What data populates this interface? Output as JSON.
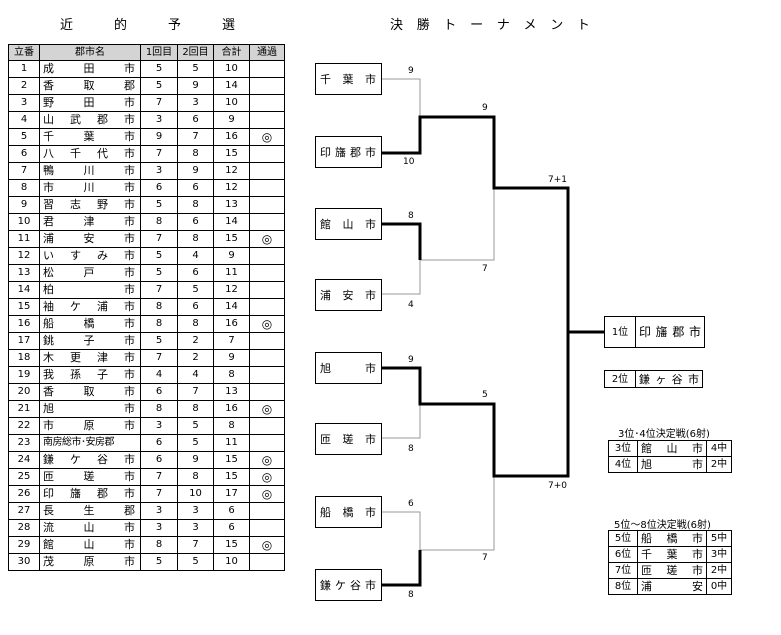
{
  "titles": {
    "prelim": [
      "近",
      "的",
      "予",
      "選"
    ],
    "final": [
      "決",
      "勝",
      "ト",
      "ー",
      "ナ",
      "メ",
      "ン",
      "ト"
    ]
  },
  "prelim": {
    "headers": [
      "立番",
      "郡市名",
      "1回目",
      "2回目",
      "合計",
      "通過"
    ],
    "rows": [
      {
        "no": "1",
        "name": "成田市",
        "r1": "5",
        "r2": "5",
        "total": "10",
        "pass": ""
      },
      {
        "no": "2",
        "name": "香取郡",
        "r1": "5",
        "r2": "9",
        "total": "14",
        "pass": ""
      },
      {
        "no": "3",
        "name": "野田市",
        "r1": "7",
        "r2": "3",
        "total": "10",
        "pass": ""
      },
      {
        "no": "4",
        "name": "山武郡市",
        "r1": "3",
        "r2": "6",
        "total": "9",
        "pass": ""
      },
      {
        "no": "5",
        "name": "千葉市",
        "r1": "9",
        "r2": "7",
        "total": "16",
        "pass": "◎"
      },
      {
        "no": "6",
        "name": "八千代市",
        "r1": "7",
        "r2": "8",
        "total": "15",
        "pass": ""
      },
      {
        "no": "7",
        "name": "鴨川市",
        "r1": "3",
        "r2": "9",
        "total": "12",
        "pass": ""
      },
      {
        "no": "8",
        "name": "市川市",
        "r1": "6",
        "r2": "6",
        "total": "12",
        "pass": ""
      },
      {
        "no": "9",
        "name": "習志野市",
        "r1": "5",
        "r2": "8",
        "total": "13",
        "pass": ""
      },
      {
        "no": "10",
        "name": "君津市",
        "r1": "8",
        "r2": "6",
        "total": "14",
        "pass": ""
      },
      {
        "no": "11",
        "name": "浦安市",
        "r1": "7",
        "r2": "8",
        "total": "15",
        "pass": "◎"
      },
      {
        "no": "12",
        "name": "いすみ市",
        "r1": "5",
        "r2": "4",
        "total": "9",
        "pass": ""
      },
      {
        "no": "13",
        "name": "松戸市",
        "r1": "5",
        "r2": "6",
        "total": "11",
        "pass": ""
      },
      {
        "no": "14",
        "name": "柏市",
        "r1": "7",
        "r2": "5",
        "total": "12",
        "pass": ""
      },
      {
        "no": "15",
        "name": "袖ケ浦市",
        "r1": "8",
        "r2": "6",
        "total": "14",
        "pass": ""
      },
      {
        "no": "16",
        "name": "船橋市",
        "r1": "8",
        "r2": "8",
        "total": "16",
        "pass": "◎"
      },
      {
        "no": "17",
        "name": "銚子市",
        "r1": "5",
        "r2": "2",
        "total": "7",
        "pass": ""
      },
      {
        "no": "18",
        "name": "木更津市",
        "r1": "7",
        "r2": "2",
        "total": "9",
        "pass": ""
      },
      {
        "no": "19",
        "name": "我孫子市",
        "r1": "4",
        "r2": "4",
        "total": "8",
        "pass": ""
      },
      {
        "no": "20",
        "name": "香取市",
        "r1": "6",
        "r2": "7",
        "total": "13",
        "pass": ""
      },
      {
        "no": "21",
        "name": "旭市",
        "r1": "8",
        "r2": "8",
        "total": "16",
        "pass": "◎"
      },
      {
        "no": "22",
        "name": "市原市",
        "r1": "3",
        "r2": "5",
        "total": "8",
        "pass": ""
      },
      {
        "no": "23",
        "name": "南房総市･安房郡",
        "r1": "6",
        "r2": "5",
        "total": "11",
        "pass": ""
      },
      {
        "no": "24",
        "name": "鎌ケ谷市",
        "r1": "6",
        "r2": "9",
        "total": "15",
        "pass": "◎"
      },
      {
        "no": "25",
        "name": "匝瑳市",
        "r1": "7",
        "r2": "8",
        "total": "15",
        "pass": "◎"
      },
      {
        "no": "26",
        "name": "印旛郡市",
        "r1": "7",
        "r2": "10",
        "total": "17",
        "pass": "◎"
      },
      {
        "no": "27",
        "name": "長生郡",
        "r1": "3",
        "r2": "3",
        "total": "6",
        "pass": ""
      },
      {
        "no": "28",
        "name": "流山市",
        "r1": "3",
        "r2": "3",
        "total": "6",
        "pass": ""
      },
      {
        "no": "29",
        "name": "館山市",
        "r1": "8",
        "r2": "7",
        "total": "15",
        "pass": "◎"
      },
      {
        "no": "30",
        "name": "茂原市",
        "r1": "5",
        "r2": "5",
        "total": "10",
        "pass": ""
      }
    ]
  },
  "bracket": {
    "teams": [
      "千葉市",
      "印旛郡市",
      "館山市",
      "浦安市",
      "旭市",
      "匝瑳市",
      "船橋市",
      "鎌ケ谷市"
    ],
    "round1_scores": [
      "9",
      "10",
      "8",
      "4",
      "9",
      "8",
      "6",
      "8"
    ],
    "round2_scores": [
      "9",
      "7",
      "5",
      "7"
    ],
    "semi_scores": [
      "7+1",
      "7+0"
    ]
  },
  "results": {
    "first": {
      "rank": "1位",
      "name": "印旛郡市"
    },
    "second": {
      "rank": "2位",
      "name": "鎌ヶ谷市"
    },
    "third_title": "3位･4位決定戦(6射)",
    "third": [
      {
        "rank": "3位",
        "name": "館山市",
        "score": "4中"
      },
      {
        "rank": "4位",
        "name": "旭市",
        "score": "2中"
      }
    ],
    "fifth_title": "5位～8位決定戦(6射)",
    "fifth": [
      {
        "rank": "5位",
        "name": "船橋市",
        "score": "5中"
      },
      {
        "rank": "6位",
        "name": "千葉市",
        "score": "3中"
      },
      {
        "rank": "7位",
        "name": "匝瑳市",
        "score": "2中"
      },
      {
        "rank": "8位",
        "name": "浦安",
        "score": "0中"
      }
    ]
  }
}
